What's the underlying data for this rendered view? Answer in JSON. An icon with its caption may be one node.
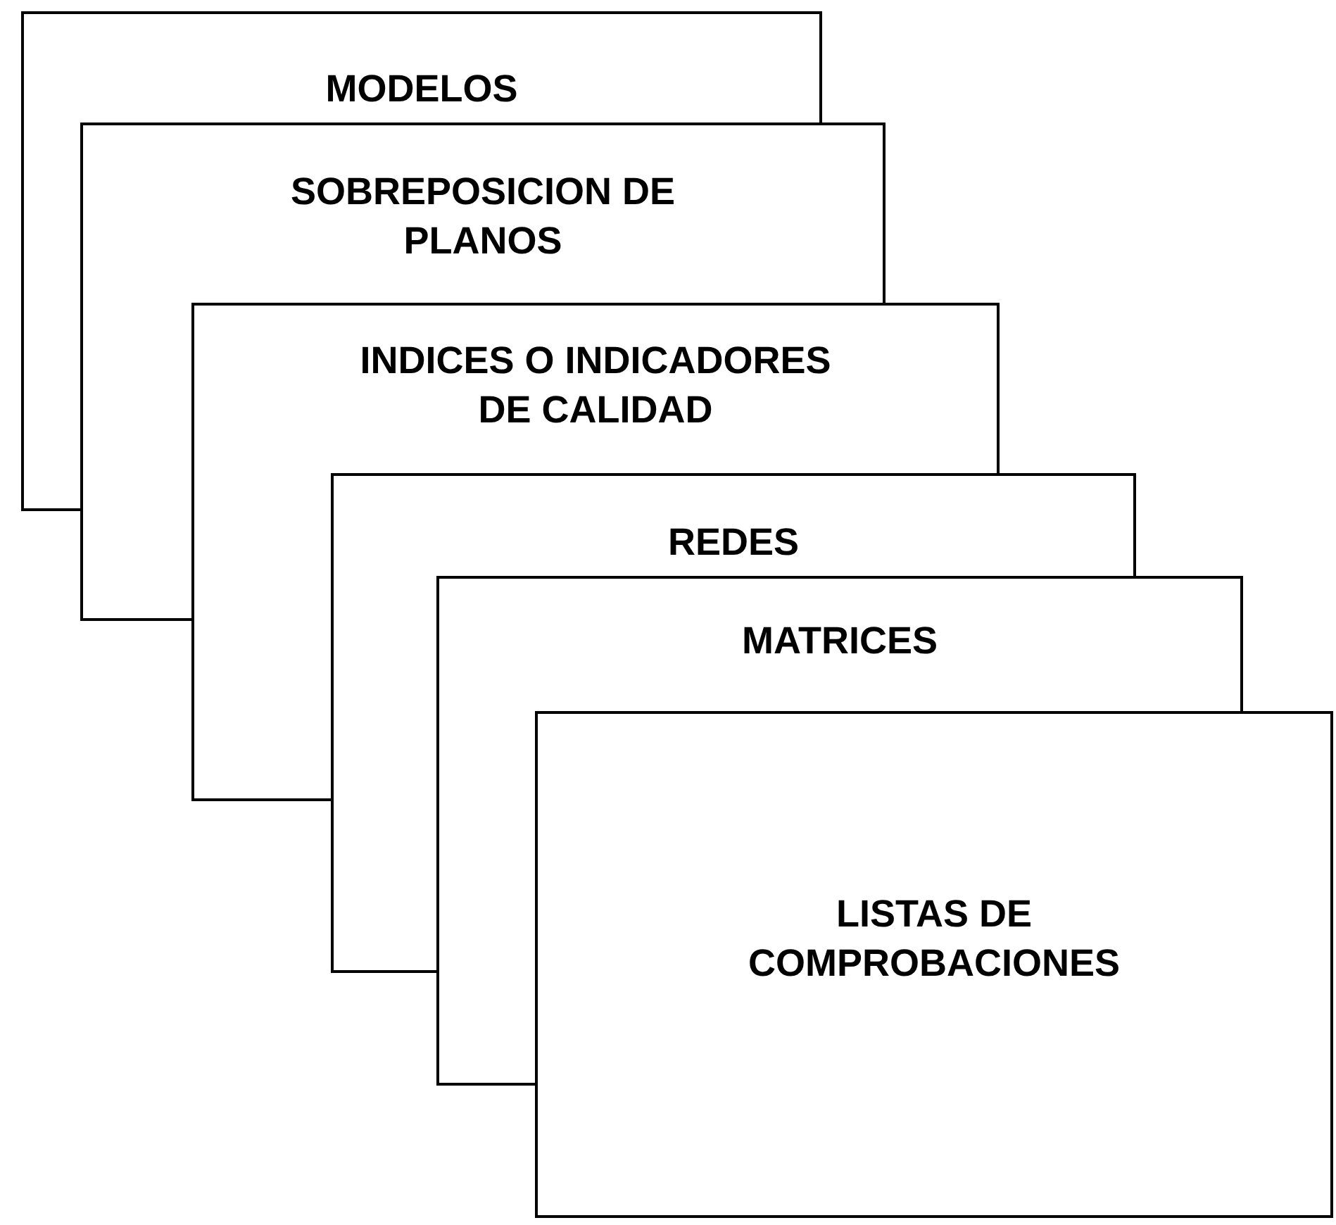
{
  "diagram": {
    "nodes": [
      {
        "text": [
          "MODELOS"
        ]
      },
      {
        "text": [
          "SOBREPOSICION DE PLANOS"
        ]
      },
      {
        "text": [
          "INDICES O INDICADORES DE CALIDAD"
        ]
      },
      {
        "text": [
          "REDES"
        ]
      },
      {
        "text": [
          "MATRICES"
        ]
      },
      {
        "text": [
          "LISTAS DE COMPROBACIONES"
        ]
      }
    ]
  }
}
